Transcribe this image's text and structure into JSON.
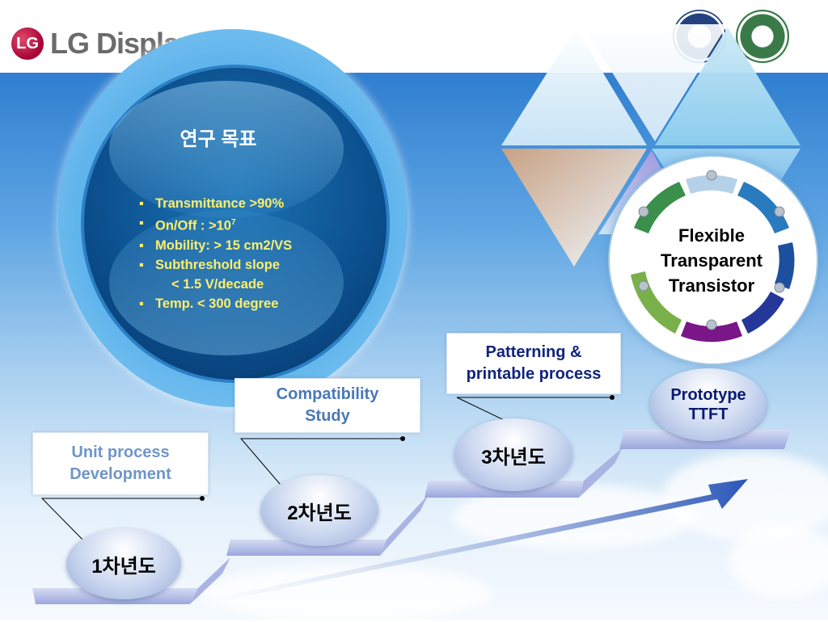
{
  "brand": {
    "logo_text": "LG Display",
    "logo_mark": "LG"
  },
  "seals": [
    {
      "name": "yonsei-university-seal"
    },
    {
      "name": "university-seal-green"
    }
  ],
  "goal": {
    "title": "연구 목표",
    "items": [
      "Transmittance  >90%",
      "On/Off : >10",
      "Mobility: > 15 cm2/VS",
      "Subthreshold slope",
      "< 1.5 V/decade",
      "Temp. < 300 degree"
    ],
    "onoff_exponent": "7"
  },
  "ring": {
    "lines": [
      "Flexible",
      "Transparent",
      "Transistor"
    ]
  },
  "labels": {
    "year1": [
      "Unit process",
      "Development"
    ],
    "year2": [
      "Compatibility",
      "Study"
    ],
    "year3": [
      "Patterning &",
      "printable process"
    ]
  },
  "steps": {
    "year1": "1차년도",
    "year2": "2차년도",
    "year3": "3차년도",
    "final": [
      "Prototype",
      "TTFT"
    ]
  },
  "colors": {
    "label1": "#6f95c8",
    "label2": "#4a78b8",
    "label3": "#10247e",
    "goal_text": "#ffef6a",
    "ring_segments": [
      "#3a8f4a",
      "#2a7ac0",
      "#1d4f9f",
      "#26379a",
      "#7a1688",
      "#7ab04a"
    ]
  }
}
